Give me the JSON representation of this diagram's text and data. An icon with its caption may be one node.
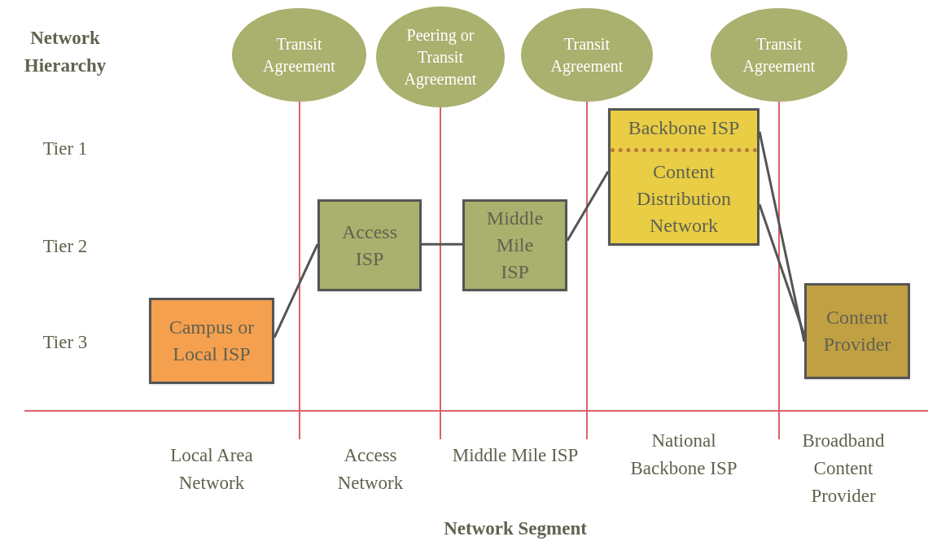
{
  "diagram": {
    "nodes": [
      {
        "text": [
          "Transit Agreement"
        ]
      },
      {
        "text": [
          "Peering or Transit Agreement"
        ]
      },
      {
        "text": [
          "Transit Agreement"
        ]
      },
      {
        "text": [
          "Transit Agreement"
        ]
      },
      {
        "text": [
          "Campus or Local ISP"
        ]
      },
      {
        "text": [
          "Access ISP"
        ]
      },
      {
        "text": [
          "Middle Mile ISP"
        ]
      },
      {
        "text": [
          "Backbone ISP",
          "Content Distribution Network"
        ]
      },
      {
        "text": [
          "Content Provider"
        ]
      }
    ],
    "edges": [
      {
        "from": 4,
        "to": 5,
        "arrow": "none"
      },
      {
        "from": 5,
        "to": 6,
        "arrow": "none"
      },
      {
        "from": 6,
        "to": 7,
        "arrow": "none"
      },
      {
        "from": 7,
        "to": 8,
        "arrow": "none"
      },
      {
        "from": 7,
        "to": 8,
        "arrow": "none"
      }
    ],
    "labels": [
      "Network Hierarchy",
      "Tier 1",
      "Tier 2",
      "Tier 3",
      "Local Area Network",
      "Access Network",
      "Middle Mile ISP",
      "National Backbone ISP",
      "Broadband Content Provider",
      "Network Segment"
    ]
  }
}
